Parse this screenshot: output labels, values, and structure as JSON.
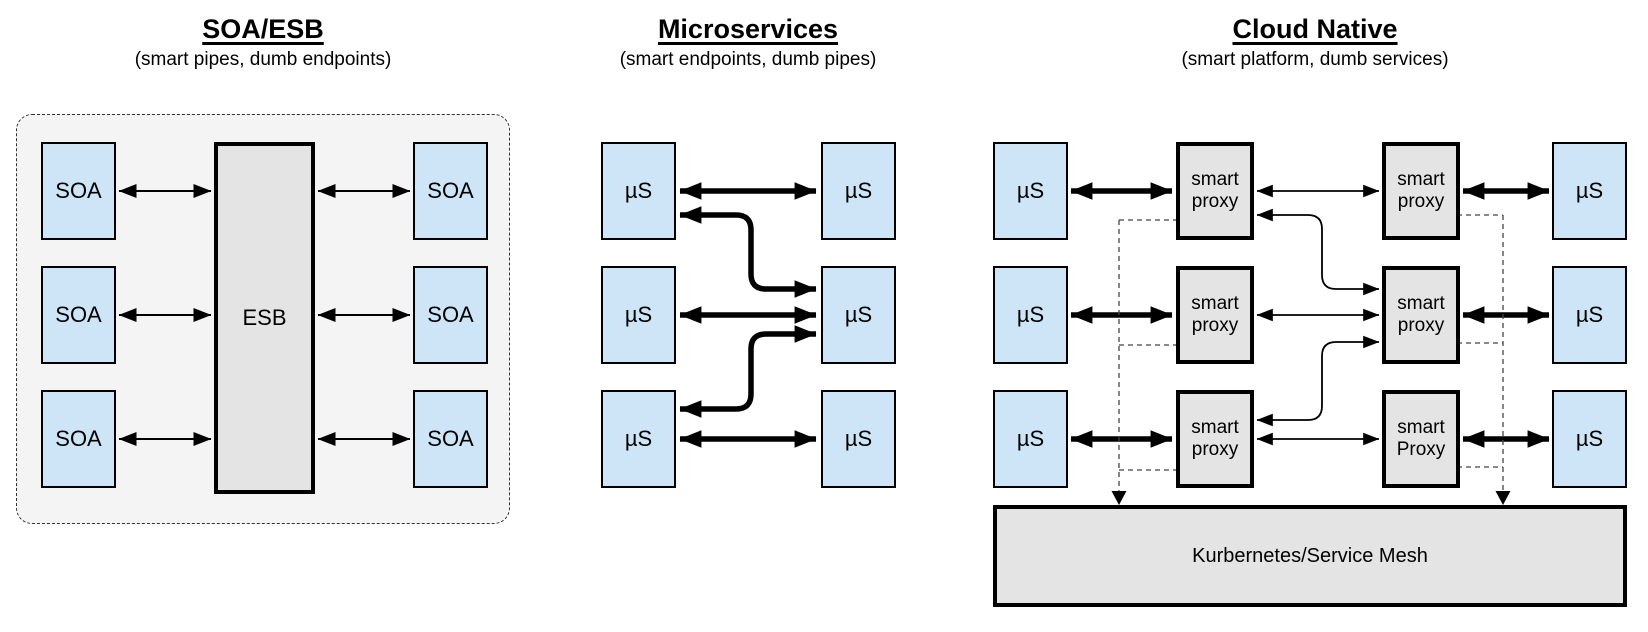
{
  "diagrams": {
    "soa": {
      "title": "SOA/ESB",
      "subtitle": "(smart pipes, dumb endpoints)",
      "left_services": [
        "SOA",
        "SOA",
        "SOA"
      ],
      "bus": "ESB",
      "right_services": [
        "SOA",
        "SOA",
        "SOA"
      ]
    },
    "microservices": {
      "title": "Microservices",
      "subtitle": "(smart endpoints, dumb pipes)",
      "left_services": [
        "µS",
        "µS",
        "µS"
      ],
      "right_services": [
        "µS",
        "µS",
        "µS"
      ]
    },
    "cloud_native": {
      "title": "Cloud Native",
      "subtitle": "(smart platform, dumb services)",
      "left_services": [
        "µS",
        "µS",
        "µS"
      ],
      "left_proxies": [
        "smart proxy",
        "smart proxy",
        "smart proxy"
      ],
      "right_proxies": [
        "smart proxy",
        "smart proxy",
        "smart Proxy"
      ],
      "right_services": [
        "µS",
        "µS",
        "µS"
      ],
      "platform": "Kurbernetes/Service Mesh"
    }
  },
  "colors": {
    "service_fill": "#cde5f6",
    "infra_fill": "#e4e4e4",
    "group_fill": "#f4f4f4",
    "line": "#000000",
    "dashed_line": "#444444"
  }
}
